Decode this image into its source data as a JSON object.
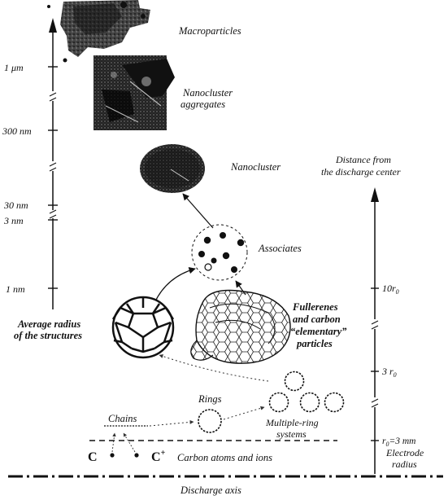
{
  "structures": {
    "macroparticles": "Macroparticles",
    "nanocluster_aggregates": [
      "Nanocluster",
      "aggregates"
    ],
    "nanocluster": "Nanocluster",
    "associates": "Associates",
    "fullerenes": [
      "Fullerenes",
      "and carbon",
      "“elementary”",
      "particles"
    ],
    "multiple_ring": [
      "Multiple-ring",
      "systems"
    ],
    "rings": "Rings",
    "chains": "Chains",
    "atoms_ions": "Carbon atoms and ions",
    "carbon_atom": "C",
    "carbon_ion": "C",
    "carbon_ion_sup": "+"
  },
  "left_axis": {
    "title": [
      "Average radius",
      "of the structures"
    ],
    "ticks": [
      "1 μm",
      "300 nm",
      "30 nm",
      "3 nm",
      "1 nm"
    ]
  },
  "right_axis": {
    "title": [
      "Distance from",
      "the discharge center"
    ],
    "tick_10r": "10r",
    "tick_3r": "3 r",
    "tick_sub": "0",
    "r0_label": "r",
    "r0_value": "=3 mm",
    "electrode": [
      "Electrode",
      "radius"
    ]
  },
  "bottom": {
    "discharge_axis": "Discharge axis"
  }
}
